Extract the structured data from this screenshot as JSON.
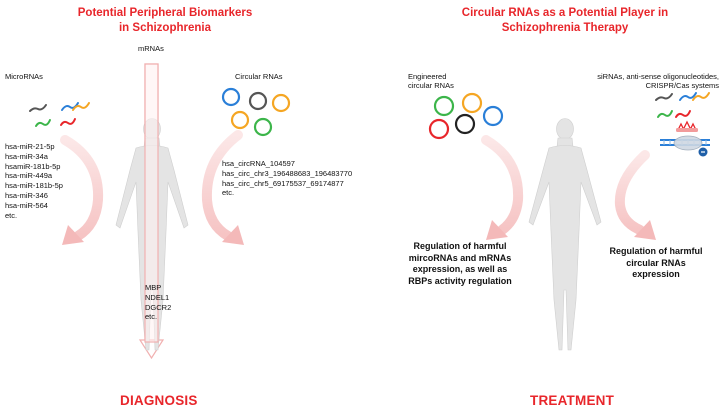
{
  "left_panel": {
    "title": "Potential Peripheral Biomarkers\nin Schizophrenia",
    "mrnas_label": "mRNAs",
    "mrna_items": [
      "MBP",
      "NDEL1",
      "DGCR2",
      "etc."
    ],
    "micrornas_label": "MicroRNAs",
    "microrna_items": [
      "hsa-miR-21-5p",
      "hsa-miR-34a",
      "hsamiR-181b-5p",
      "hsa-miR-449a",
      "hsa-miR-181b-5p",
      "hsa-miR-346",
      "hsa-miR-564",
      "etc."
    ],
    "circular_label": "Circular RNAs",
    "circular_items": [
      "hsa_circRNA_104597",
      "has_circ_chr3_196488683_196483770",
      "has_circ_chr5_69175537_69174877",
      "etc."
    ],
    "footer": "DIAGNOSIS"
  },
  "right_panel": {
    "title": "Circular RNAs as a Potential Player  in\nSchizophrenia Therapy",
    "engineered_label": "Engineered\ncircular RNAs",
    "tools_label": "siRNAs, anti-sense oligonucleotides,\nCRISPR/Cas systems",
    "left_outcome": "Regulation of harmful\nmircoRNAs and mRNAs\nexpression,  as well as\nRBPs activity regulation",
    "right_outcome": "Regulation of harmful\ncircular RNAs\nexpression",
    "footer": "TREATMENT"
  },
  "colors": {
    "accent_red": "#e8262b",
    "arrow_pink": "#f6c9c9",
    "figure_gray": "#e3e3e3",
    "ring_colors": [
      "#2a7fd8",
      "#555555",
      "#f5a623",
      "#f5a623",
      "#3cb54a",
      "#3cb54a",
      "#e8262b",
      "#222222",
      "#2a7fd8"
    ]
  }
}
